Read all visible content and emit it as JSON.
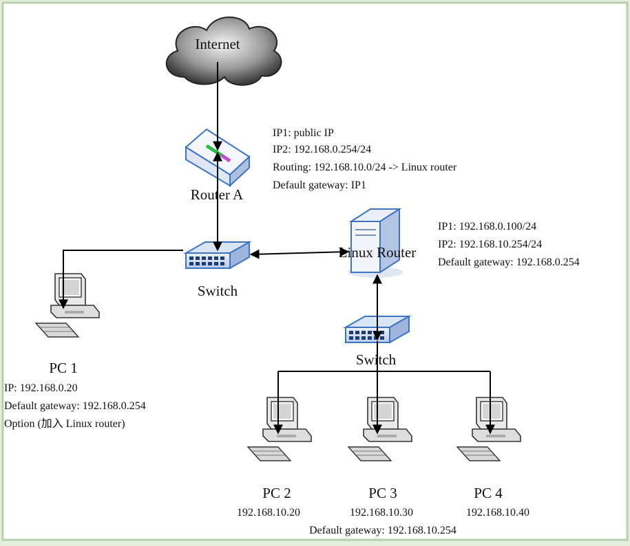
{
  "nodes": {
    "internet": {
      "label": "Internet"
    },
    "router_a": {
      "label": "Router A",
      "info": [
        "IP1: public IP",
        "IP2: 192.168.0.254/24",
        "Routing: 192.168.10.0/24 -> Linux router",
        "Default gateway: IP1"
      ]
    },
    "switch_main": {
      "label": "Switch"
    },
    "linux_router": {
      "label": "Linux Router",
      "info": [
        "IP1: 192.168.0.100/24",
        "IP2: 192.168.10.254/24",
        "Default gateway: 192.168.0.254"
      ]
    },
    "switch_lan": {
      "label": "Switch"
    },
    "pc1": {
      "label": "PC 1",
      "info": [
        "IP: 192.168.0.20",
        "Default gateway: 192.168.0.254",
        "Option (加入 Linux router)"
      ]
    },
    "pc2": {
      "label": "PC 2",
      "ip": "192.168.10.20"
    },
    "pc3": {
      "label": "PC 3",
      "ip": "192.168.10.30"
    },
    "pc4": {
      "label": "PC 4",
      "ip": "192.168.10.40"
    }
  },
  "lan_gateway": "Default gateway: 192.168.10.254",
  "colors": {
    "background": "#e4eedc",
    "canvas": "#ffffff",
    "frame": "#b9cfae",
    "device_blue": "#3d73c4",
    "switch_fill": "#c9d7ee"
  }
}
